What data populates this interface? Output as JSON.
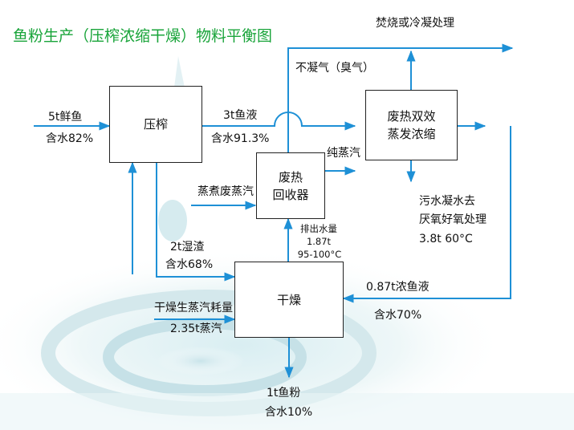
{
  "title": "鱼粉生产（压榨浓缩干燥）物料平衡图",
  "colors": {
    "line": "#1E90D6",
    "title": "#19A43A",
    "box_border": "#222222"
  },
  "boxes": {
    "press": "压榨",
    "recovery_line1": "废热",
    "recovery_line2": "回收器",
    "evaporator_line1": "废热双效",
    "evaporator_line2": "蒸发浓缩",
    "dryer": "干燥"
  },
  "labels": {
    "fresh_fish_amount": "5t鲜鱼",
    "fresh_fish_water": "含水82%",
    "liquor_amount": "3t鱼液",
    "liquor_water": "含水91.3%",
    "incinerate": "焚烧或冷凝处理",
    "noncondensable": "不凝气（臭气）",
    "pure_steam": "纯蒸汽",
    "cooking_waste_steam": "蒸煮废蒸汽",
    "wastewater_line1": "污水凝水去",
    "wastewater_line2": "厌氧好氧处理",
    "wastewater_line3": "3.8t  60°C",
    "discharge_line1": "排出水量",
    "discharge_line2": "1.87t",
    "discharge_line3": "95-100°C",
    "wet_residue_amount": "2t湿渣",
    "wet_residue_water": "含水68%",
    "dry_steam_line1": "干燥生蒸汽耗量",
    "dry_steam_line2": "2.35t蒸汽",
    "concentrate_amount": "0.87t浓鱼液",
    "concentrate_water": "含水70%",
    "fishmeal_amount": "1t鱼粉",
    "fishmeal_water": "含水10%"
  }
}
